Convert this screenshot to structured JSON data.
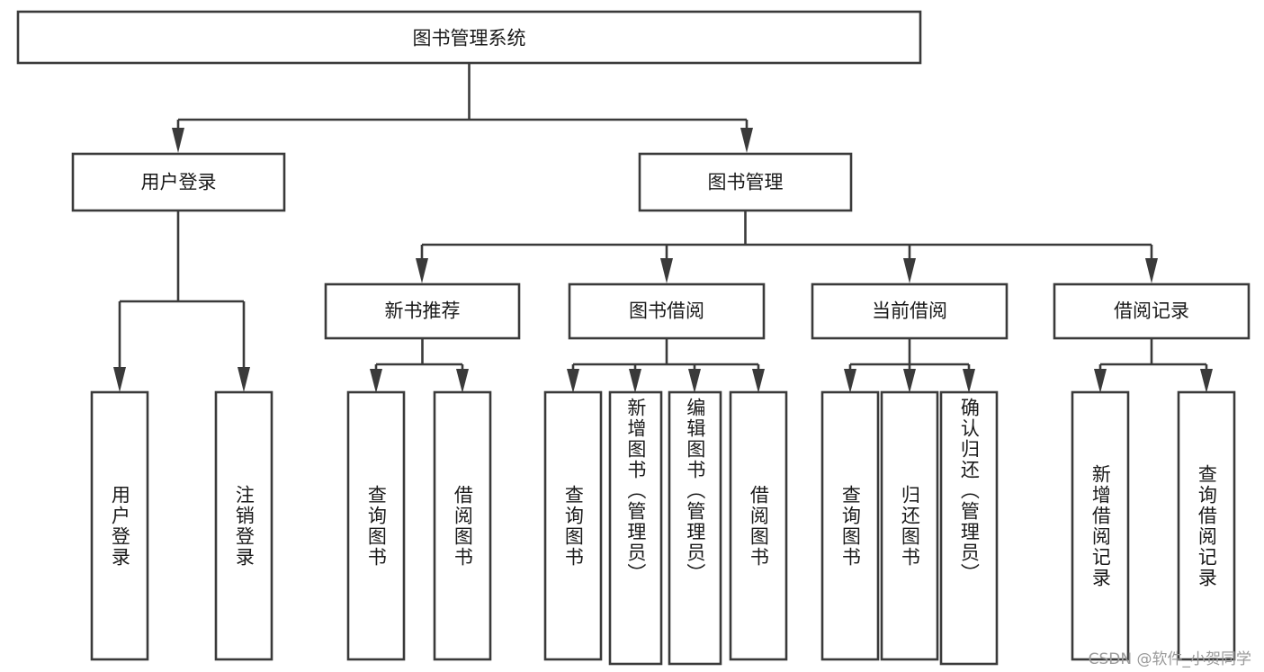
{
  "diagram": {
    "title": "图书管理系统",
    "watermark": "CSDN @软件_小贺同学",
    "colors": {
      "stroke": "#3a3a3a",
      "box_fill": "#ffffff",
      "text": "#1a1a1a",
      "background": "#ffffff",
      "watermark": "#9a9a9a"
    },
    "root": {
      "label": "图书管理系统"
    },
    "level2": [
      {
        "label": "用户登录"
      },
      {
        "label": "图书管理"
      }
    ],
    "level3": [
      {
        "label": "新书推荐"
      },
      {
        "label": "图书借阅"
      },
      {
        "label": "当前借阅"
      },
      {
        "label": "借阅记录"
      }
    ],
    "leaves": {
      "user_login": [
        {
          "label": "用户登录"
        },
        {
          "label": "注销登录"
        }
      ],
      "new_book_recommend": [
        {
          "label": "查询图书"
        },
        {
          "label": "借阅图书"
        }
      ],
      "book_borrow": [
        {
          "label": "查询图书"
        },
        {
          "label": "新增图书（管理员）"
        },
        {
          "label": "编辑图书（管理员）"
        },
        {
          "label": "借阅图书"
        }
      ],
      "current_borrow": [
        {
          "label": "查询图书"
        },
        {
          "label": "归还图书"
        },
        {
          "label": "确认归还（管理员）"
        }
      ],
      "borrow_record": [
        {
          "label": "新增借阅记录"
        },
        {
          "label": "查询借阅记录"
        }
      ]
    }
  }
}
